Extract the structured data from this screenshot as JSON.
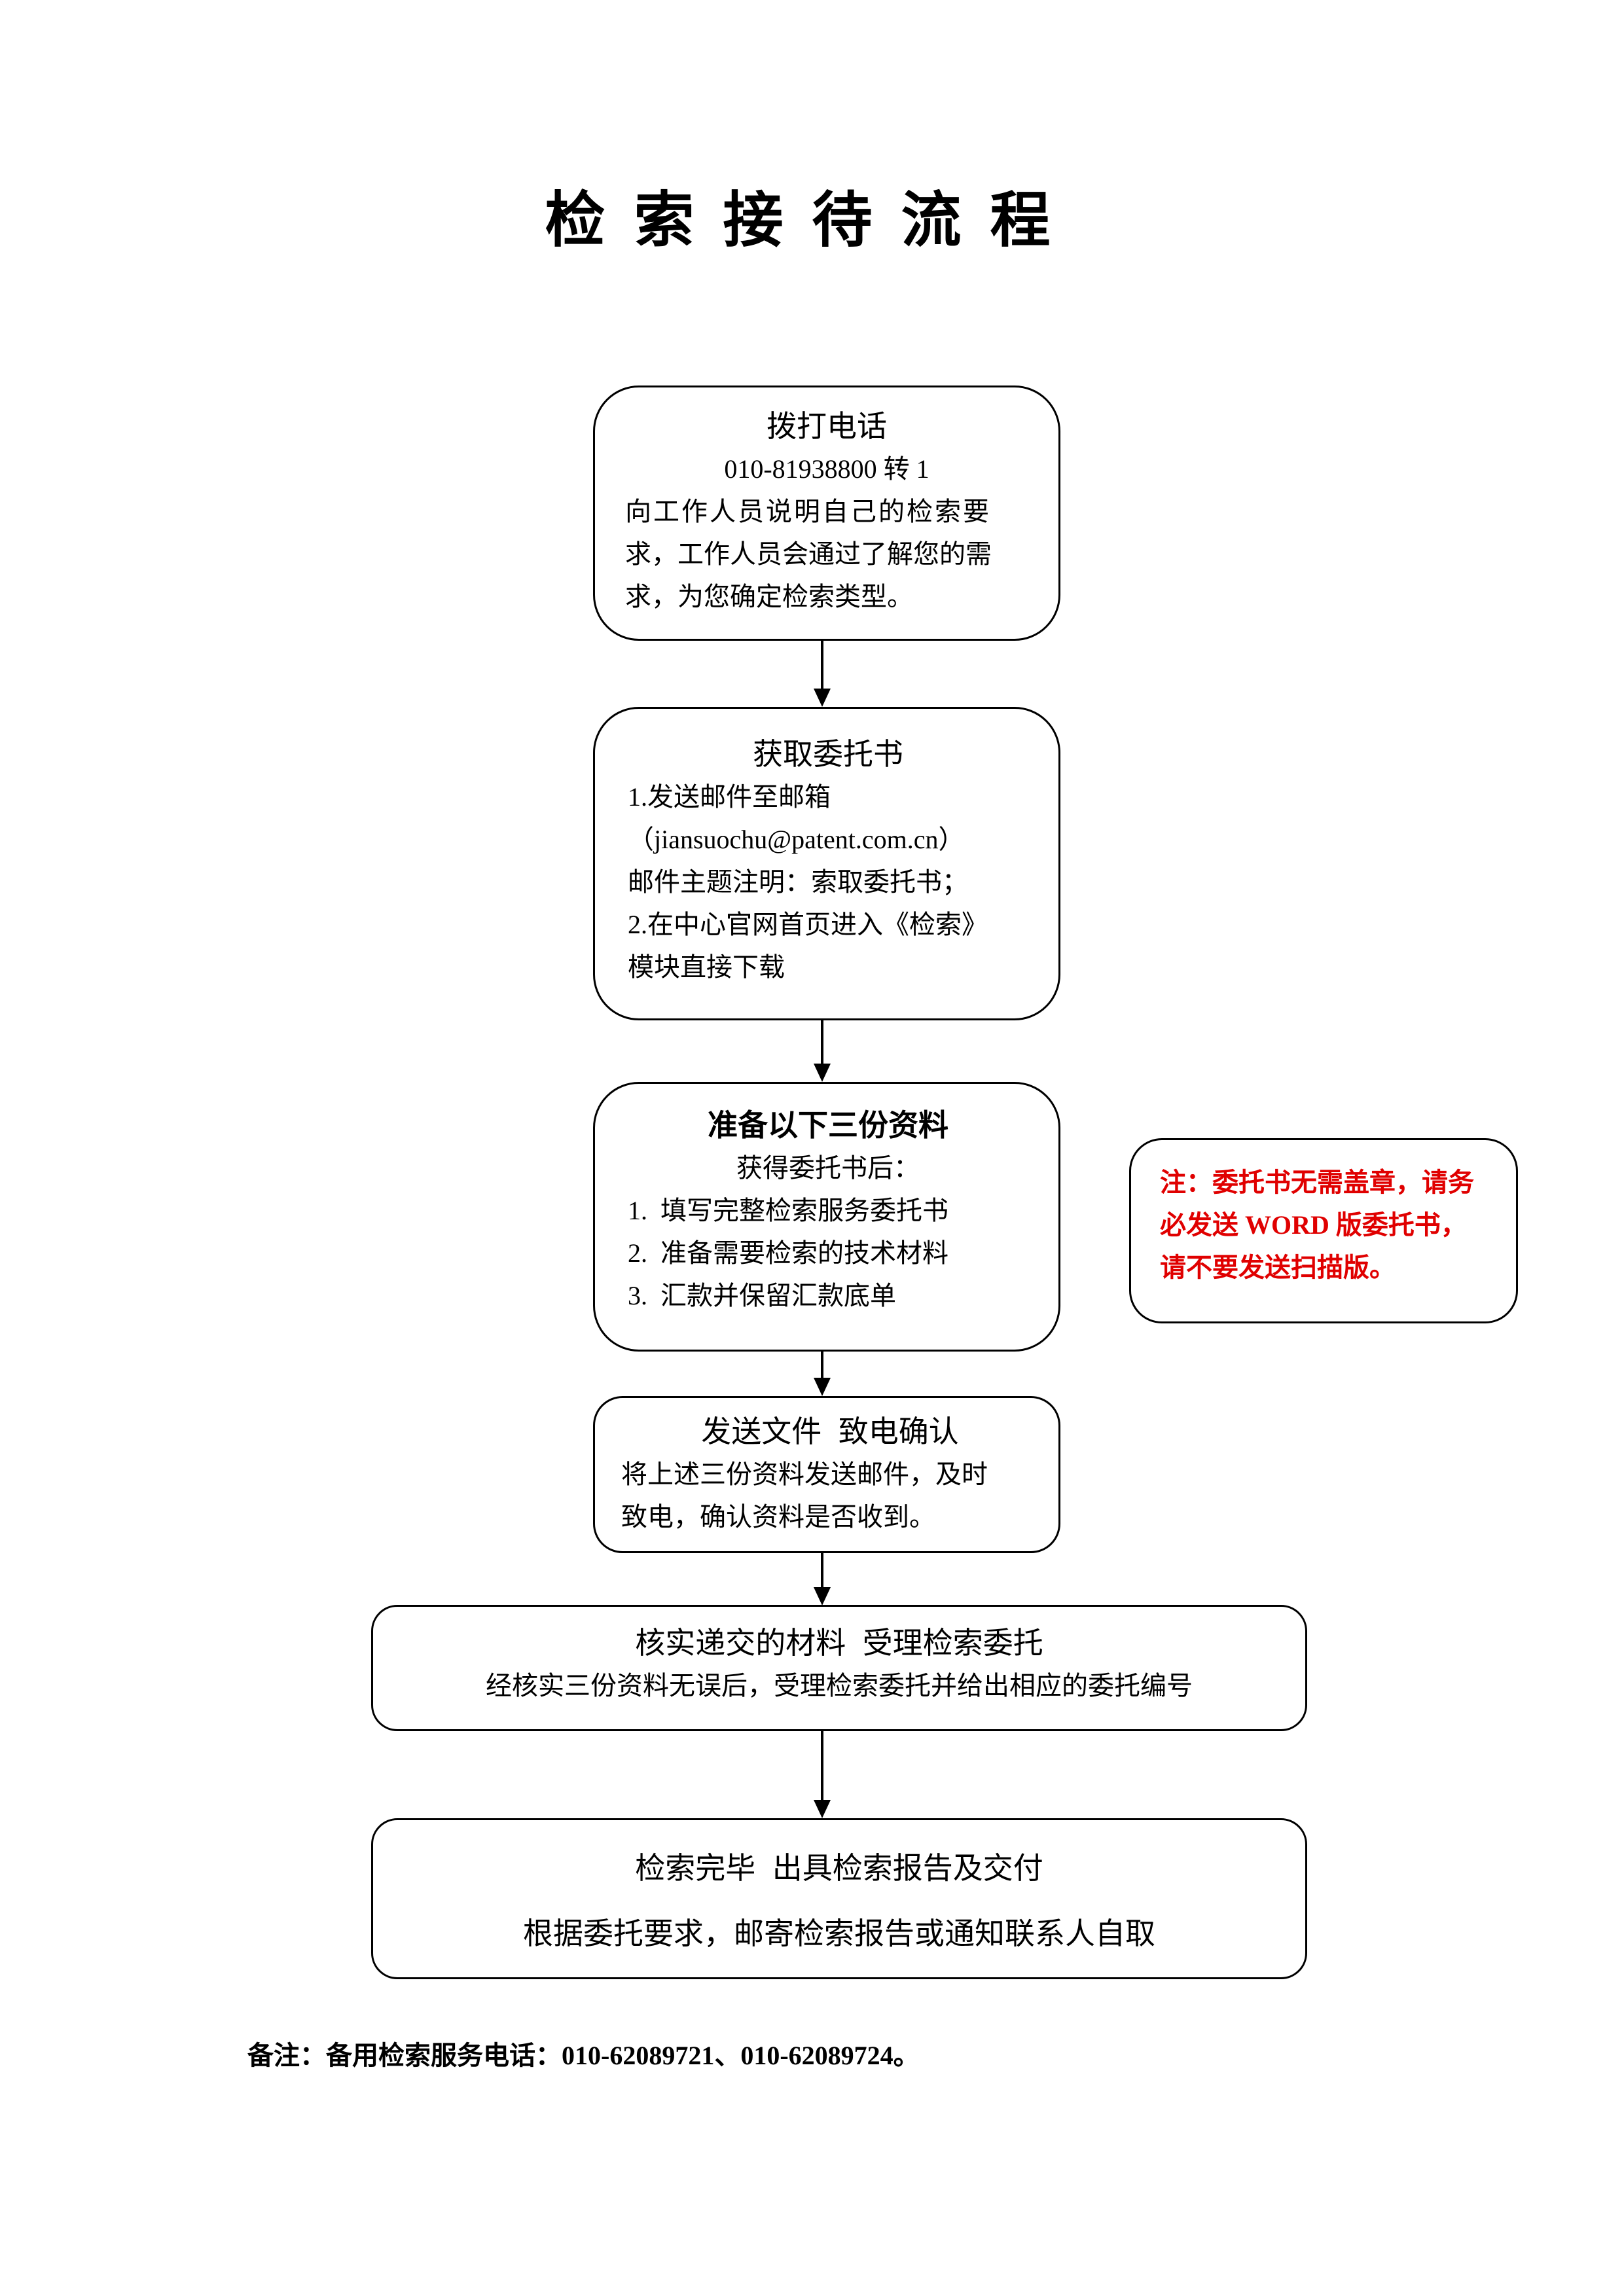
{
  "title": "检索接待流程",
  "steps": [
    {
      "heading": "拨打电话",
      "lines": [
        "010-81938800 转 1",
        "向工作人员说明自己的检索要",
        "求，工作人员会通过了解您的需",
        "求，为您确定检索类型。"
      ]
    },
    {
      "heading": "获取委托书",
      "lines": [
        "1.发送邮件至邮箱",
        "（jiansuochu@patent.com.cn）",
        "邮件主题注明：索取委托书；",
        "2.在中心官网首页进入《检索》",
        "模块直接下载"
      ]
    },
    {
      "heading": "准备以下三份资料",
      "lines": [
        "获得委托书后：",
        "1.  填写完整检索服务委托书",
        "2.  准备需要检索的技术材料",
        "3.  汇款并保留汇款底单"
      ]
    },
    {
      "heading": "发送文件  致电确认",
      "lines": [
        "将上述三份资料发送邮件，及时",
        "致电，确认资料是否收到。"
      ]
    },
    {
      "heading": "核实递交的材料  受理检索委托",
      "lines": [
        "经核实三份资料无误后，受理检索委托并给出相应的委托编号"
      ]
    },
    {
      "heading": "检索完毕  出具检索报告及交付",
      "lines": [
        "根据委托要求，邮寄检索报告或通知联系人自取"
      ]
    }
  ],
  "note": {
    "lines": [
      "注：委托书无需盖章，请务",
      "必发送 WORD 版委托书，",
      "请不要发送扫描版。"
    ],
    "color": "#e00000"
  },
  "footer": "备注：备用检索服务电话：010-62089721、010-62089724。"
}
